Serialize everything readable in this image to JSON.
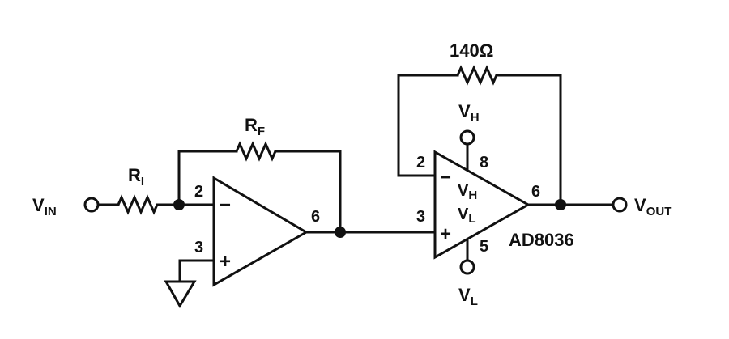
{
  "circuit": {
    "input": {
      "main": "V",
      "sub": "IN"
    },
    "output": {
      "main": "V",
      "sub": "OUT"
    },
    "ri": {
      "main": "R",
      "sub": "I"
    },
    "rf": {
      "main": "R",
      "sub": "F"
    },
    "feedback_resistor": "140Ω",
    "part_number": "AD8036",
    "opamp1": {
      "pin_inverting": "2",
      "pin_noninverting": "3",
      "pin_output": "6",
      "minus": "−",
      "plus": "+"
    },
    "opamp2": {
      "pin_inverting": "2",
      "pin_noninverting": "3",
      "pin_output": "6",
      "pin_vh": "8",
      "pin_vl": "5",
      "minus": "−",
      "plus": "+",
      "inner_vh": {
        "main": "V",
        "sub": "H"
      },
      "inner_vl": {
        "main": "V",
        "sub": "L"
      }
    },
    "supply_vh": {
      "main": "V",
      "sub": "H"
    },
    "supply_vl": {
      "main": "V",
      "sub": "L"
    }
  }
}
